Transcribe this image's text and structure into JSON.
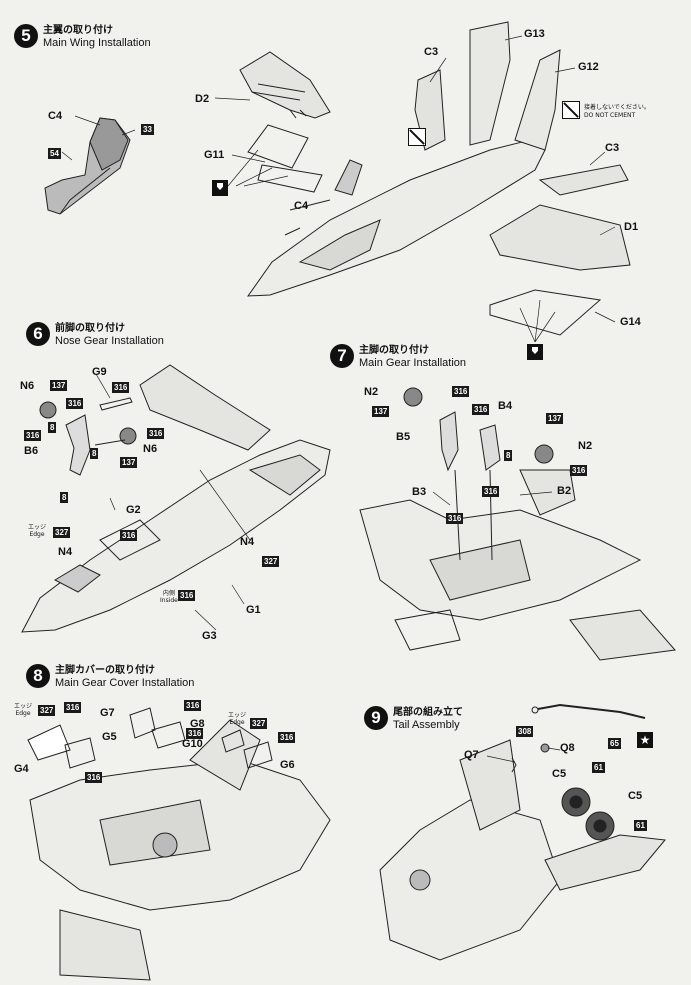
{
  "watermark": "",
  "steps": [
    {
      "id": "5",
      "num": "5",
      "jp": "主翼の取り付け",
      "en": "Main Wing Installation"
    },
    {
      "id": "6",
      "num": "6",
      "jp": "前脚の取り付け",
      "en": "Nose Gear Installation"
    },
    {
      "id": "7",
      "num": "7",
      "jp": "主脚の取り付け",
      "en": "Main Gear Installation"
    },
    {
      "id": "8",
      "num": "8",
      "jp": "主脚カバーの取り付け",
      "en": "Main Gear Cover Installation"
    },
    {
      "id": "9",
      "num": "9",
      "jp": "尾部の組み立て",
      "en": "Tail Assembly"
    }
  ],
  "notes": {
    "no_cement_jp": "接着しないでください。",
    "no_cement_en": "DO NOT CEMENT",
    "edge_jp": "エッジ",
    "edge_en": "Edge",
    "inside_jp": "内側",
    "inside_en": "Inside"
  },
  "labels": {
    "C4_a": "C4",
    "D2": "D2",
    "C3_a": "C3",
    "G13": "G13",
    "G12": "G12",
    "G11": "G11",
    "C4_b": "C4",
    "C3_b": "C3",
    "D1": "D1",
    "G14": "G14",
    "N6_a": "N6",
    "G9": "G9",
    "B6": "B6",
    "N6_b": "N6",
    "G2": "G2",
    "N4_a": "N4",
    "N4_b": "N4",
    "G1": "G1",
    "G3": "G3",
    "N2_a": "N2",
    "B4": "B4",
    "B5": "B5",
    "N2_b": "N2",
    "B3": "B3",
    "B2": "B2",
    "G7": "G7",
    "G8": "G8",
    "G5": "G5",
    "G10": "G10",
    "G4": "G4",
    "G6": "G6",
    "Q7": "Q7",
    "Q8": "Q8",
    "C5_a": "C5",
    "C5_b": "C5"
  },
  "part_numbers": {
    "p33": "33",
    "p54": "54",
    "s6_137a": "137",
    "s6_316a": "316",
    "s6_316b": "316",
    "s6_8a": "8",
    "s6_316c": "316",
    "s6_8b": "8",
    "s6_137b": "137",
    "s6_8c": "8",
    "s6_327a": "327",
    "s6_316d": "316",
    "s6_327b": "327",
    "s6_316e": "316",
    "s6_316f": "316",
    "s7_316a": "316",
    "s7_137a": "137",
    "s7_316b": "316",
    "s7_137b": "137",
    "s7_8": "8",
    "s7_316c": "316",
    "s7_316d": "316",
    "s7_316e": "316",
    "s8_327a": "327",
    "s8_316a": "316",
    "s8_316b": "316",
    "s8_316c": "316",
    "s8_327b": "327",
    "s8_316d": "316",
    "s9_308": "308",
    "s9_61a": "61",
    "s9_61b": "61",
    "s9_65": "65"
  },
  "colors": {
    "ink": "#111111",
    "paper": "#f1f1ee",
    "watermark": "#cc1a1a"
  }
}
